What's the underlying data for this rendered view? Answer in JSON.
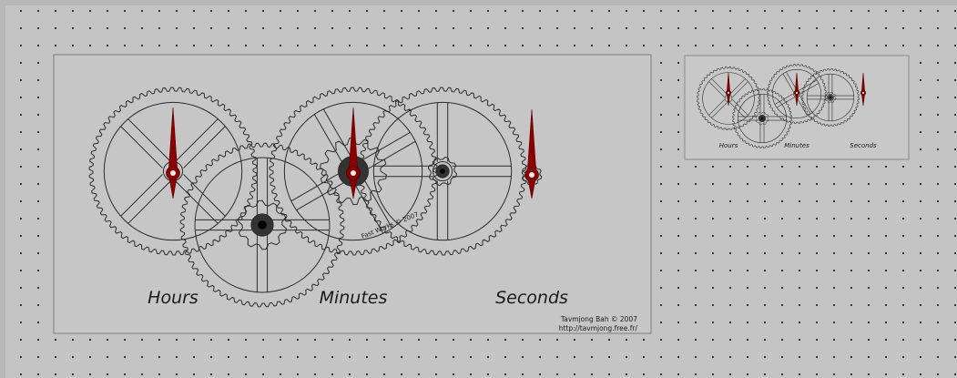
{
  "main_canvas": {
    "labels": {
      "hours": "Hours",
      "minutes": "Minutes",
      "seconds": "Seconds"
    },
    "credit": {
      "line1": "Tavmjong Bah © 2007",
      "line2": "http://tavmjong.free.fr/"
    },
    "gear_engraving": "Fast Works © 2007"
  },
  "thumbnail": {
    "labels": {
      "hours": "Hours",
      "minutes": "Minutes",
      "seconds": "Seconds"
    }
  },
  "colors": {
    "hand": "#8b0000",
    "background": "#c4c4c4",
    "gear_stroke": "#2c2c2c"
  }
}
